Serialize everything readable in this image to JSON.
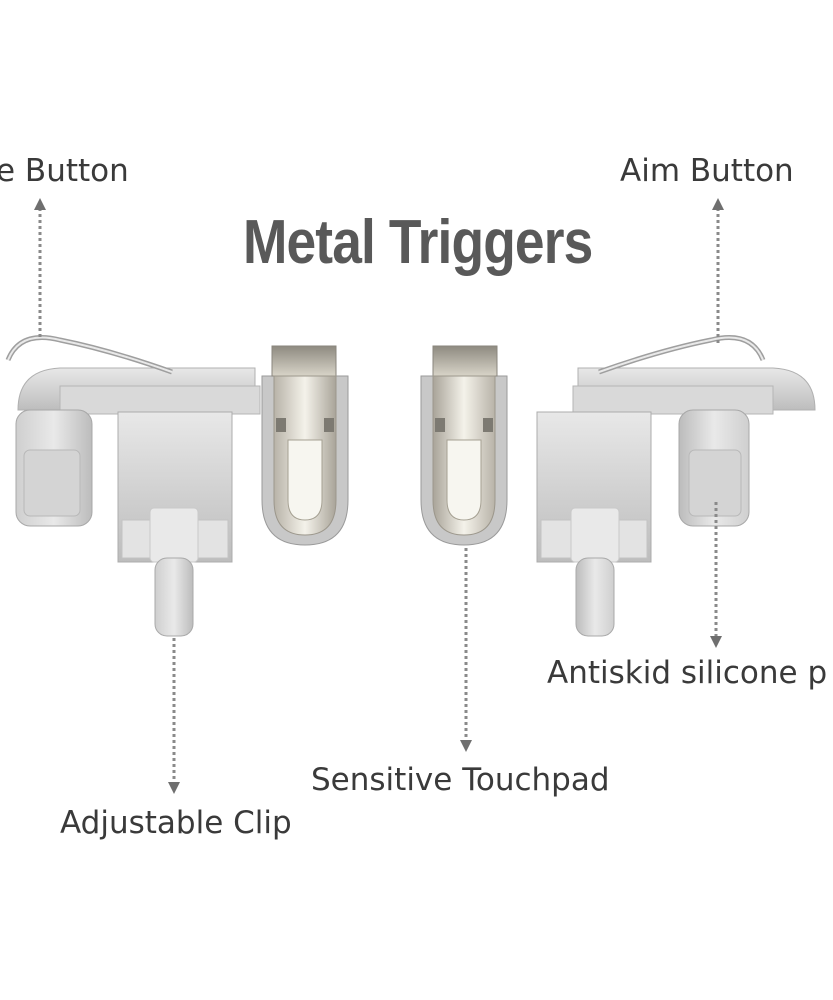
{
  "title": "Metal Triggers",
  "labels": {
    "fire_button": "e Button",
    "aim_button": "Aim Button",
    "antiskid": "Antiskid silicone p",
    "touchpad": "Sensitive Touchpad",
    "clip": "Adjustable Clip"
  },
  "colors": {
    "text": "#3a3a3a",
    "title": "#595959",
    "plastic": "#c9c9c9",
    "metal": "#d9d6cf"
  }
}
